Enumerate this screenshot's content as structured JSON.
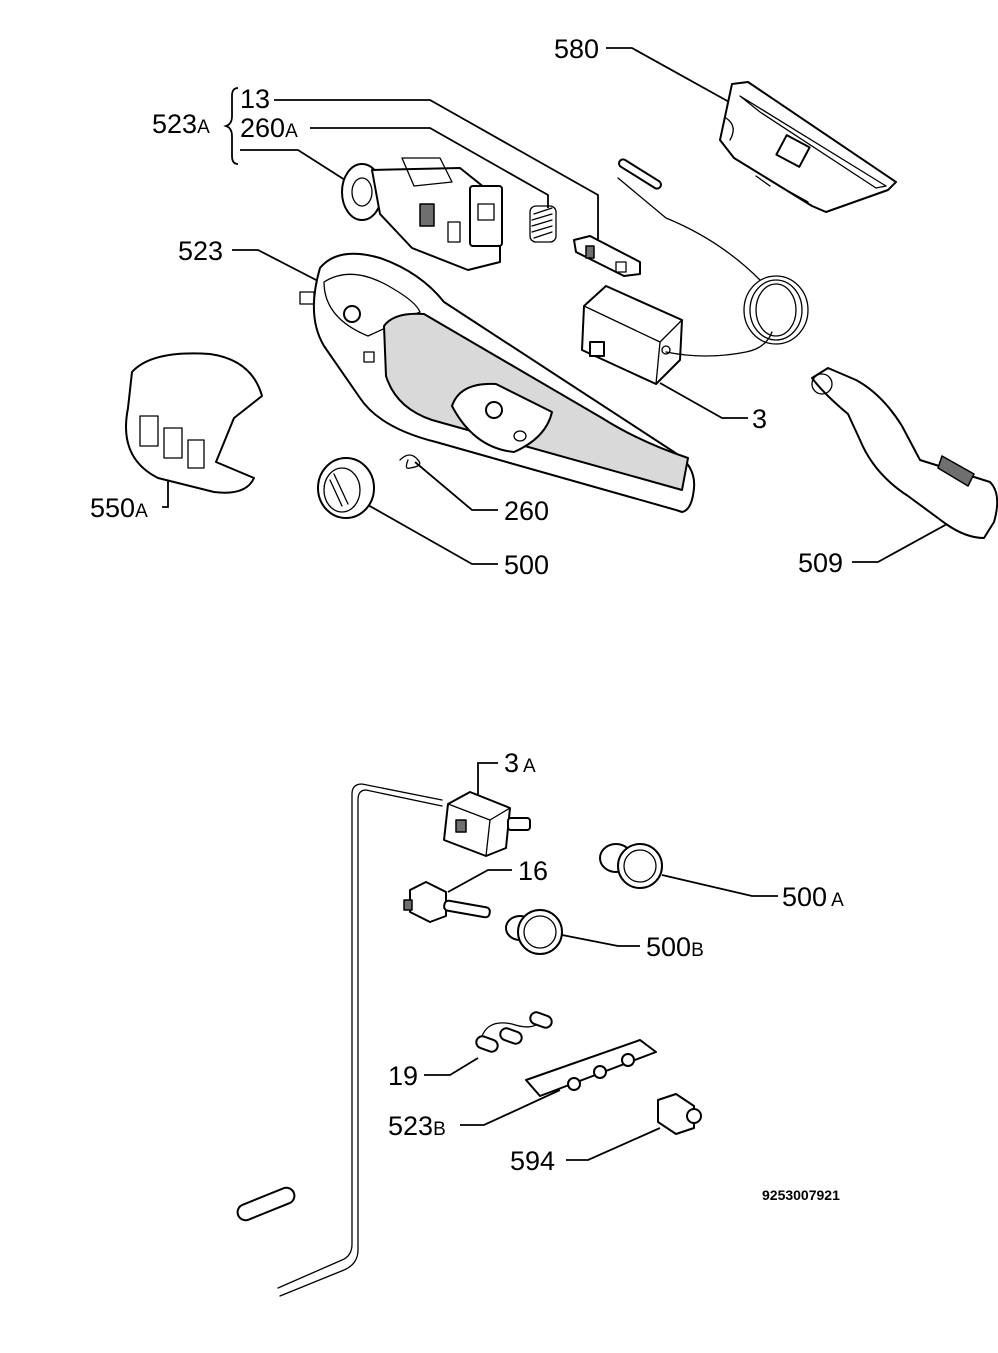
{
  "labels": {
    "l580": {
      "main": "580",
      "sub": ""
    },
    "l13": {
      "main": "13",
      "sub": ""
    },
    "l260A": {
      "main": "260",
      "sub": "A"
    },
    "l523A": {
      "main": "523",
      "sub": "A"
    },
    "l523": {
      "main": "523",
      "sub": ""
    },
    "l3": {
      "main": "3",
      "sub": ""
    },
    "l550A": {
      "main": "550",
      "sub": "A"
    },
    "l260": {
      "main": "260",
      "sub": ""
    },
    "l500": {
      "main": "500",
      "sub": ""
    },
    "l509": {
      "main": "509",
      "sub": ""
    },
    "l3A": {
      "main": "3",
      "sub": "A"
    },
    "l16": {
      "main": "16",
      "sub": ""
    },
    "l500A": {
      "main": "500",
      "sub": "A"
    },
    "l500B": {
      "main": "500",
      "sub": "B"
    },
    "l19": {
      "main": "19",
      "sub": ""
    },
    "l523B": {
      "main": "523",
      "sub": "B"
    },
    "l594": {
      "main": "594",
      "sub": ""
    }
  },
  "doc_number": "9253007921"
}
